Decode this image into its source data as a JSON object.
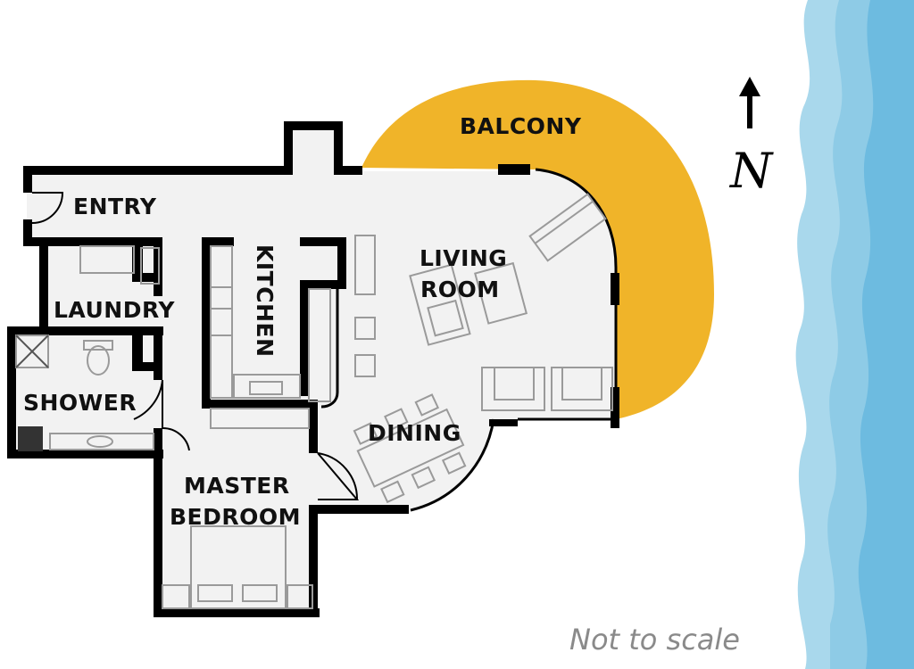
{
  "floorplan": {
    "rooms": {
      "balcony": "BALCONY",
      "entry": "ENTRY",
      "living_room_line1": "LIVING",
      "living_room_line2": "ROOM",
      "kitchen": "KITCHEN",
      "laundry": "LAUNDRY",
      "shower": "SHOWER",
      "dining": "DINING",
      "master_bedroom_line1": "MASTER",
      "master_bedroom_line2": "BEDROOM"
    },
    "compass_label": "N",
    "scale_note": "Not to scale"
  },
  "colors": {
    "balcony": "#F0B429",
    "floor": "#F2F2F2",
    "wall": "#000000",
    "water": "#A9D8EC",
    "water_dark": "#6DBBE0"
  }
}
